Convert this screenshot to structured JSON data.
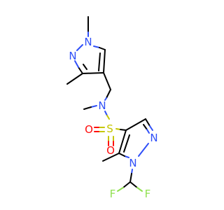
{
  "molecule": {
    "atoms": {
      "n_top_methyl": "N",
      "n_top_ring": "N",
      "n_amide": "N",
      "s": "S",
      "o_left": "O",
      "o_bottom": "O",
      "n_bottom_ring": "N",
      "n_bottom_methylring": "N",
      "f_left": "F",
      "f_right": "F"
    },
    "colors": {
      "carbon": "#000000",
      "nitrogen": "#3050f8",
      "sulfur": "#c6c600",
      "oxygen": "#ff0d0d",
      "fluorine": "#90e050"
    }
  }
}
